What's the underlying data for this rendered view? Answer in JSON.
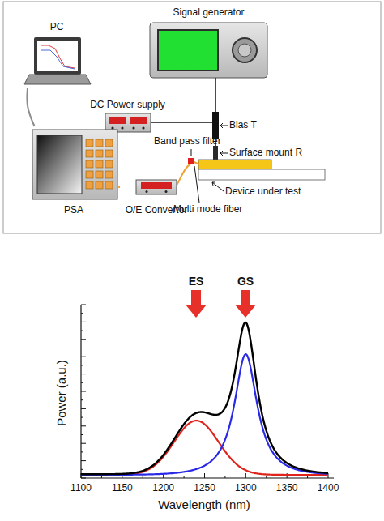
{
  "diagram": {
    "nodes": [
      {
        "text": [
          "PC"
        ]
      },
      {
        "text": [
          "Signal generator"
        ]
      },
      {
        "text": [
          "DC Power supply"
        ]
      },
      {
        "text": [
          "PSA"
        ]
      },
      {
        "text": [
          "O/E Convertor"
        ]
      }
    ],
    "edges": [
      {
        "from": 0,
        "to": 3,
        "arrow": "none"
      },
      {
        "from": 3,
        "to": 4,
        "arrow": "none"
      }
    ],
    "labels": [
      "Bias T",
      "Surface mount R",
      "Band pass filter",
      "Device under test",
      "Multi mode fiber",
      "ES",
      "GS",
      "Power (a.u.)",
      "Wavelength (nm)",
      "1100",
      "1150",
      "1200",
      "1250",
      "1300",
      "1350",
      "1400"
    ]
  }
}
